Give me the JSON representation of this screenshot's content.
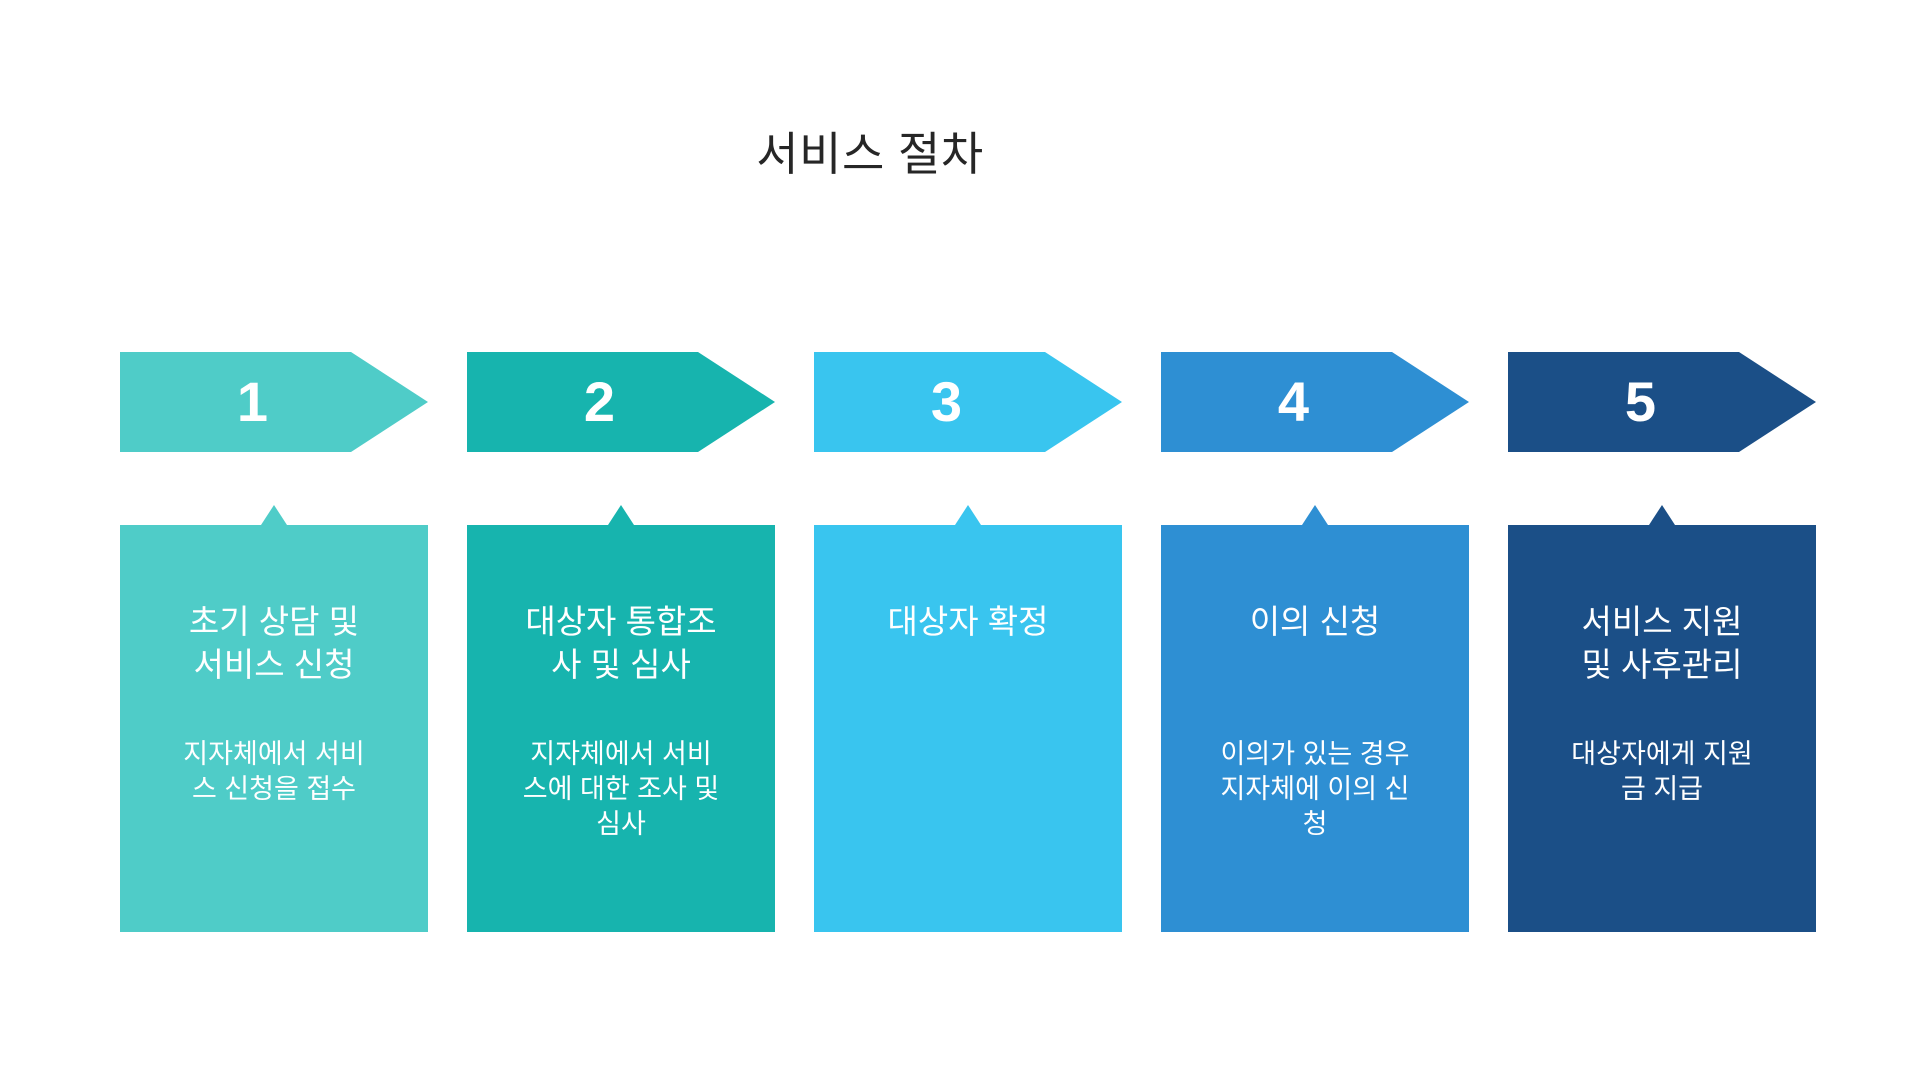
{
  "page": {
    "background": "#ffffff",
    "text_color_on_steps": "#ffffff"
  },
  "title": {
    "text": "서비스 절차",
    "color": "#262626"
  },
  "steps": [
    {
      "number": "1",
      "color": "#4FCCC8",
      "title": "초기 상담 및\n서비스 신청",
      "body": "지자체에서 서비\n스 신청을 접수"
    },
    {
      "number": "2",
      "color": "#17B4AE",
      "title": "대상자 통합조\n사 및 심사",
      "body": "지자체에서 서비\n스에 대한 조사 및\n심사"
    },
    {
      "number": "3",
      "color": "#39C5EF",
      "title": "대상자 확정",
      "body": ""
    },
    {
      "number": "4",
      "color": "#2E8FD3",
      "title": "이의 신청",
      "body": "이의가 있는 경우\n지자체에 이의 신\n청"
    },
    {
      "number": "5",
      "color": "#1B4F87",
      "title": "서비스 지원\n및 사후관리",
      "body": "대상자에게 지원\n금 지급"
    }
  ]
}
